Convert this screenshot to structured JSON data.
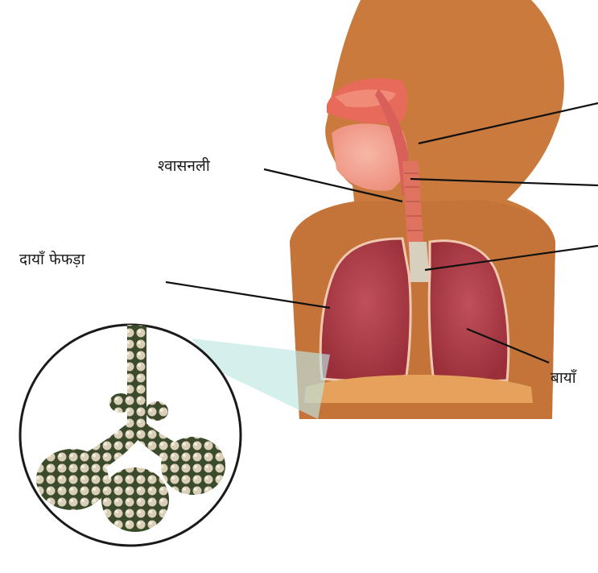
{
  "labels": {
    "trachea": "श्वासनली",
    "right_lung": "दायाँ फेफड़ा",
    "left_lung": "बायाँ"
  }
}
